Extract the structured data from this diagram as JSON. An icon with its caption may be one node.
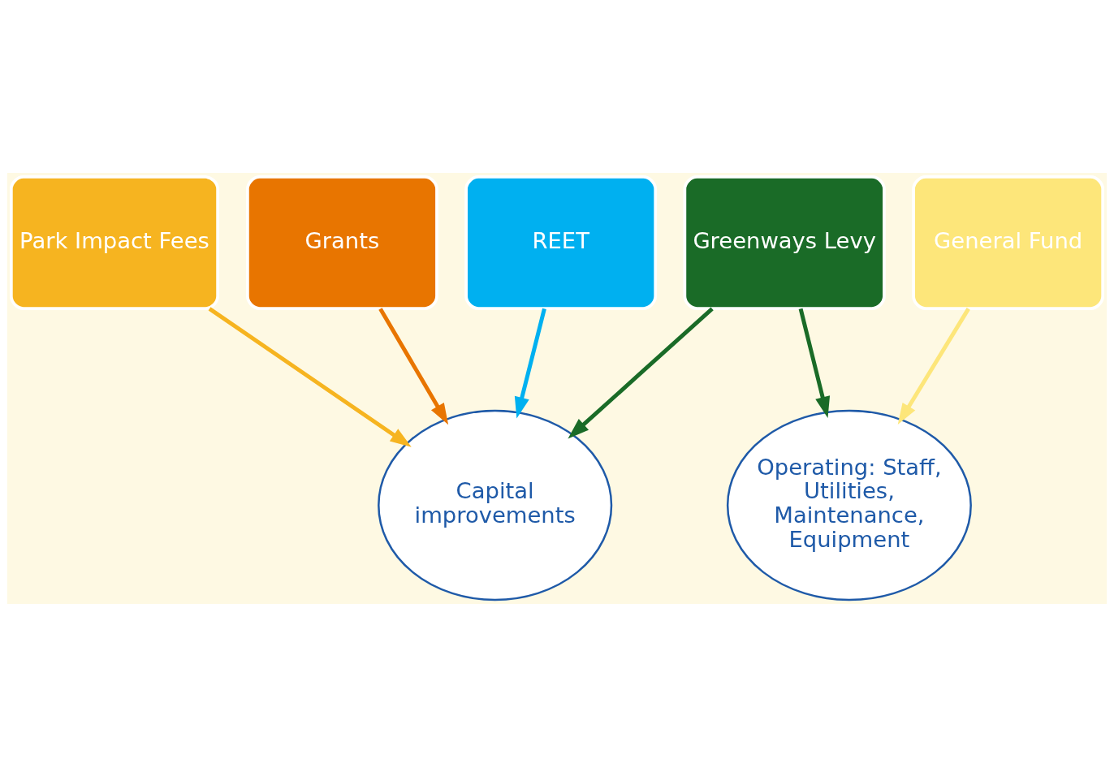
{
  "diagram": {
    "nodes": [
      {
        "text": [
          "Park Impact Fees"
        ]
      },
      {
        "text": [
          "Grants"
        ]
      },
      {
        "text": [
          "REET"
        ]
      },
      {
        "text": [
          "Greenways Levy"
        ]
      },
      {
        "text": [
          "General Fund"
        ]
      },
      {
        "text": [
          "Capital improvements"
        ]
      },
      {
        "text": [
          "Operating: Staff, Utilities, Maintenance, Equipment"
        ]
      }
    ],
    "edges": [
      {
        "from": 0,
        "to": 5,
        "arrow": "to",
        "color": "#f6b420"
      },
      {
        "from": 1,
        "to": 5,
        "arrow": "to",
        "color": "#e87500"
      },
      {
        "from": 2,
        "to": 5,
        "arrow": "to",
        "color": "#00b0f0"
      },
      {
        "from": 3,
        "to": 5,
        "arrow": "to",
        "color": "#1a6b27"
      },
      {
        "from": 3,
        "to": 6,
        "arrow": "to",
        "color": "#1a6b27"
      },
      {
        "from": 4,
        "to": 6,
        "arrow": "to",
        "color": "#fde67a"
      }
    ]
  }
}
